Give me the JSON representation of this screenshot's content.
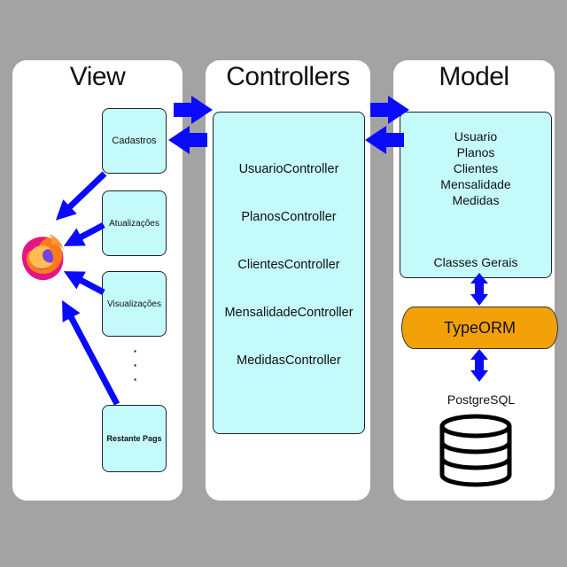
{
  "columns": {
    "view_title": "View",
    "controllers_title": "Controllers",
    "model_title": "Model"
  },
  "view": {
    "pages": [
      "Cadastros",
      "Atualizações",
      "Visualizações",
      "Restante Pags"
    ],
    "ellipsis": "· · ·",
    "browser_icon": "firefox-icon"
  },
  "controllers": {
    "items": [
      "UsuarioController",
      "PlanosController",
      "ClientesController",
      "MensalidadeController",
      "MedidasController"
    ]
  },
  "model": {
    "entities": [
      "Usuario",
      "Planos",
      "Clientes",
      "Mensalidade",
      "Medidas"
    ],
    "general": "Classes Gerais",
    "orm": "TypeORM",
    "database": "PostgreSQL",
    "database_icon": "database-icon"
  },
  "colors": {
    "background": "#a3a3a3",
    "panel": "#ffffff",
    "box_fill": "#c4fafa",
    "arrow": "#0a0aff",
    "orm_fill": "#f2a208"
  }
}
